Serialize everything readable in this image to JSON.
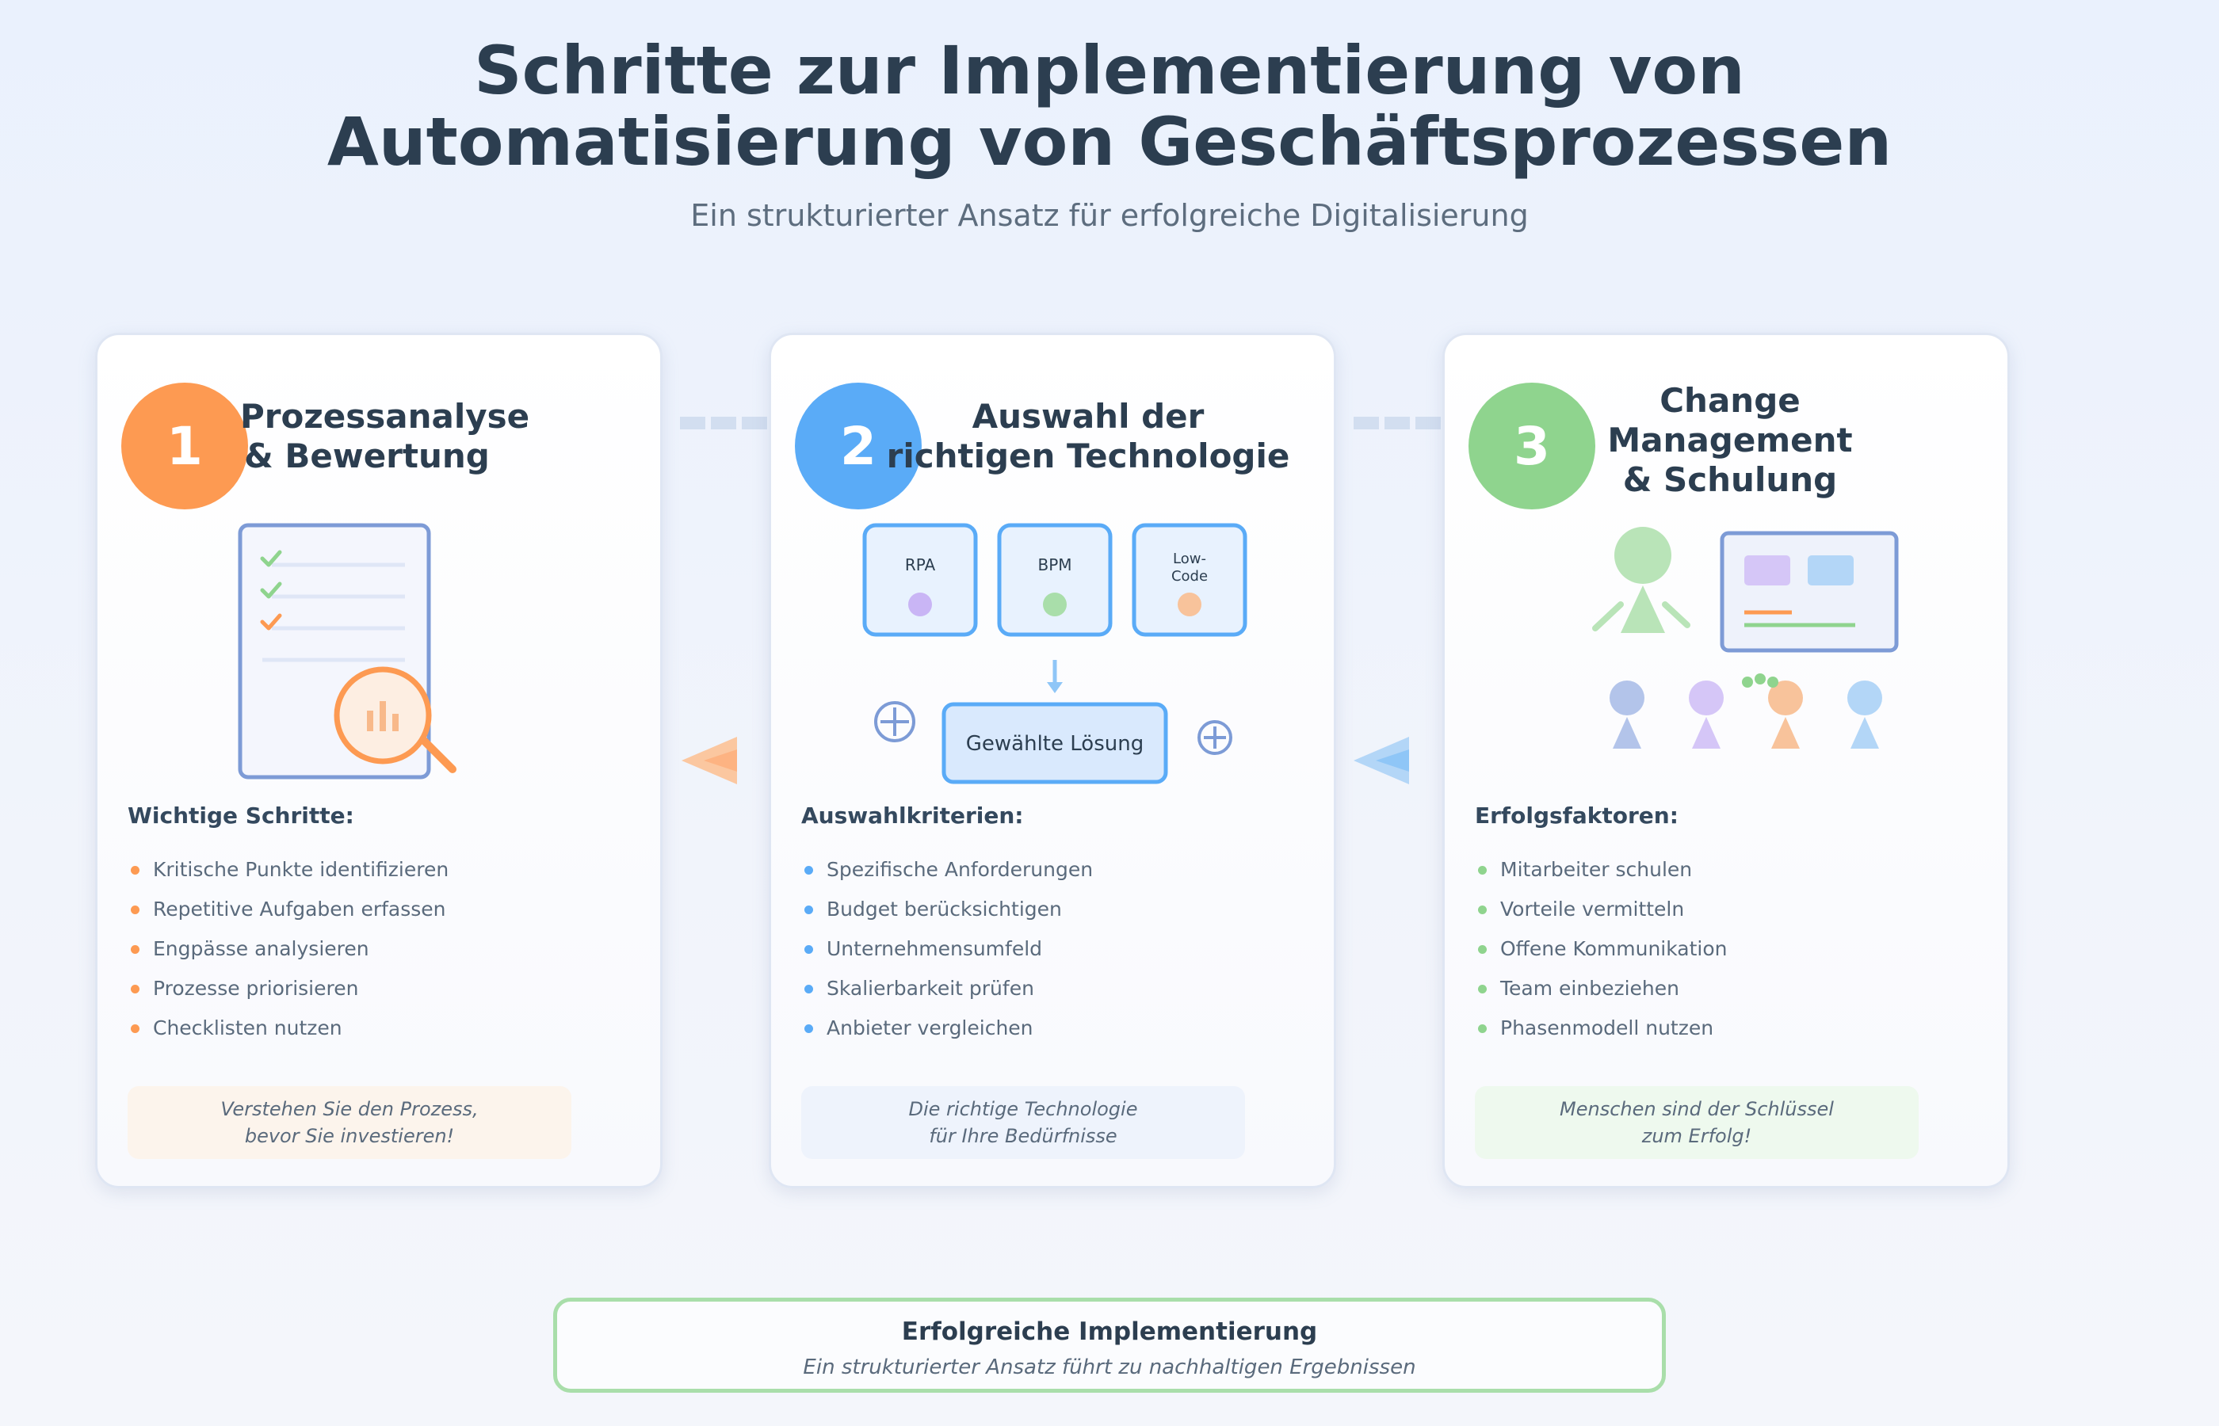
{
  "header": {
    "title_line1": "Schritte zur Implementierung von",
    "title_line2": "Automatisierung von Geschäftsprozessen",
    "subtitle": "Ein strukturierter Ansatz für erfolgreiche Digitalisierung"
  },
  "colors": {
    "step1": "#fd9a52",
    "step2": "#5aabf7",
    "step3": "#8fd48e",
    "note1_bg": "#fcf4ec",
    "note2_bg": "#eef3fc",
    "note3_bg": "#eef9ee"
  },
  "steps": [
    {
      "number": "1",
      "title_line1": "Prozessanalyse",
      "title_line2": "& Bewertung",
      "illustration": "checklist-document-with-magnifier-icon",
      "section_label": "Wichtige Schritte:",
      "items": [
        "Kritische Punkte identifizieren",
        "Repetitive Aufgaben erfassen",
        "Engpässe analysieren",
        "Prozesse priorisieren",
        "Checklisten nutzen"
      ],
      "note_line1": "Verstehen Sie den Prozess,",
      "note_line2": "bevor Sie investieren!"
    },
    {
      "number": "2",
      "title_line1": "Auswahl der",
      "title_line2": "richtigen Technologie",
      "illustration": "technology-options-icon",
      "tech_options": [
        "RPA",
        "BPM",
        "Low-",
        "Code"
      ],
      "selected_solution": "Gewählte Lösung",
      "section_label": "Auswahlkriterien:",
      "items": [
        "Spezifische Anforderungen",
        "Budget berücksichtigen",
        "Unternehmensumfeld",
        "Skalierbarkeit prüfen",
        "Anbieter vergleichen"
      ],
      "note_line1": "Die richtige Technologie",
      "note_line2": "für Ihre Bedürfnisse"
    },
    {
      "number": "3",
      "title_line1": "Change Management",
      "title_line2": "& Schulung",
      "illustration": "training-presentation-icon",
      "section_label": "Erfolgsfaktoren:",
      "items": [
        "Mitarbeiter schulen",
        "Vorteile vermitteln",
        "Offene Kommunikation",
        "Team einbeziehen",
        "Phasenmodell nutzen"
      ],
      "note_line1": "Menschen sind der Schlüssel",
      "note_line2": "zum Erfolg!"
    }
  ],
  "footer": {
    "title": "Erfolgreiche Implementierung",
    "subtitle": "Ein strukturierter Ansatz führt zu nachhaltigen Ergebnissen"
  }
}
